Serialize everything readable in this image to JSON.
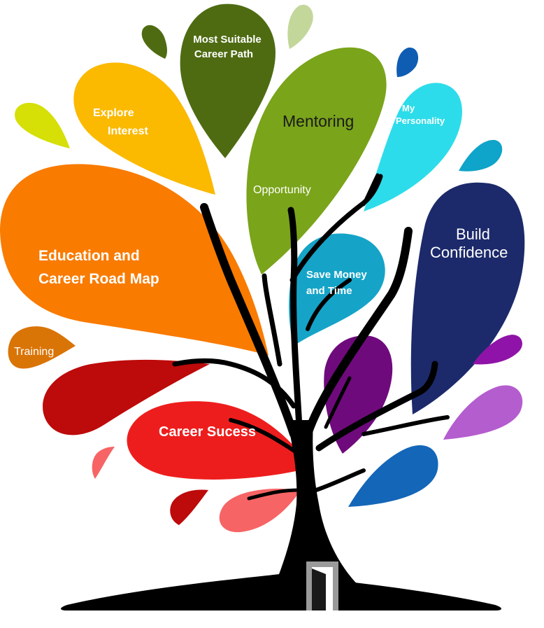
{
  "labels": {
    "most_suitable_line1": "Most Suitable",
    "most_suitable_line2": "Career Path",
    "explore_line1": "Explore",
    "explore_line2": "Interest",
    "mentoring": "Mentoring",
    "opportunity": "Opportunity",
    "my_personality_line1": "My",
    "my_personality_line2": "Personality",
    "education_line1": "Education and",
    "education_line2": "Career Road Map",
    "save_money_line1": "Save Money",
    "save_money_line2": "and Time",
    "build_line1": "Build",
    "build_line2": "Confidence",
    "training": "Training",
    "career_success": "Career Sucess"
  },
  "colors": {
    "trunk": "#000000",
    "door_frame": "#9a9a9a",
    "door": "#ffffff",
    "most_suitable": "#4e6b12",
    "explore": "#fbb900",
    "mentoring": "#7aa41a",
    "my_personality": "#2ddcea",
    "education": "#f97b00",
    "save_money": "#15a4c8",
    "build_confidence": "#1c2a6b",
    "training": "#d97406",
    "career_success": "#ee1d1d",
    "dark_red": "#bd0a0a",
    "purple": "#6f0a7c",
    "violet": "#b45dcf",
    "blue": "#1466b8"
  }
}
